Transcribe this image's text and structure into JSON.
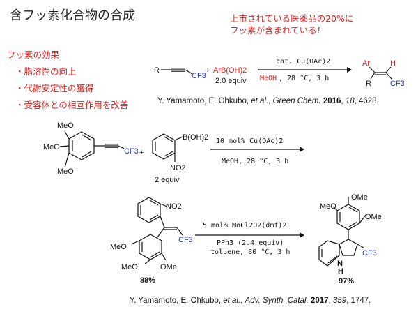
{
  "title": "含フッ素化合物の合成",
  "note": [
    "上市されている医薬品の20%に",
    "フッ素が含まれている！"
  ],
  "effects": {
    "heading": "フッ素の効果",
    "items": [
      "・脂溶性の向上",
      "・代謝安定性の獲得",
      "・受容体との相互作用を改善"
    ]
  },
  "reaction1": {
    "substrate_R": "R",
    "substrate_cf3": "CF3",
    "reagent": "ArB(OH)2",
    "equiv": "2.0 equiv",
    "catalyst": "cat. Cu(OAc)2",
    "solvent": "MeOH",
    "conditions": ", 28 °C, 3 h",
    "product_ar": "Ar",
    "product_h": "H",
    "product_r": "R",
    "product_cf3": "CF3"
  },
  "reaction2": {
    "substituents": [
      "MeO",
      "MeO",
      "MeO"
    ],
    "cf3": "CF3",
    "boronic": "B(OH)2",
    "nitro": "NO2",
    "equiv": "2 equiv",
    "catalyst": "10 mol% Cu(OAc)2",
    "conditions": "MeOH, 28 °C, 3 h"
  },
  "reaction3": {
    "nitro": "NO2",
    "cf3": "CF3",
    "substituents": [
      "MeO",
      "MeO",
      "OMe"
    ],
    "yield": "88%",
    "catalyst": "5 mol% MoCl2O2(dmf)2",
    "ligand": "PPh3 (2.4 equiv)",
    "conditions": "toluene, 80 °C, 3 h",
    "product_substituents": [
      "MeO",
      "OMe",
      "OMe"
    ],
    "product_cf3": "CF3",
    "product_nh": "N",
    "product_h": "H",
    "product_yield": "97%"
  },
  "references": {
    "ref1": {
      "authors": "Y. Yamamoto, E. Ohkubo, ",
      "etal": "et al.",
      "journal": "Green Chem.",
      "year": "2016",
      "volume": "18",
      "pages": ", 4628."
    },
    "ref2": {
      "authors": "Y. Yamamoto, E. Ohkubo, ",
      "etal": "et al.",
      "journal": "Adv. Synth. Catal.",
      "year": "2017",
      "volume": "359",
      "pages": ", 1747."
    }
  },
  "colors": {
    "accent_red": "#e0201c",
    "accent_blue": "#1a35e6",
    "text": "#111111"
  }
}
